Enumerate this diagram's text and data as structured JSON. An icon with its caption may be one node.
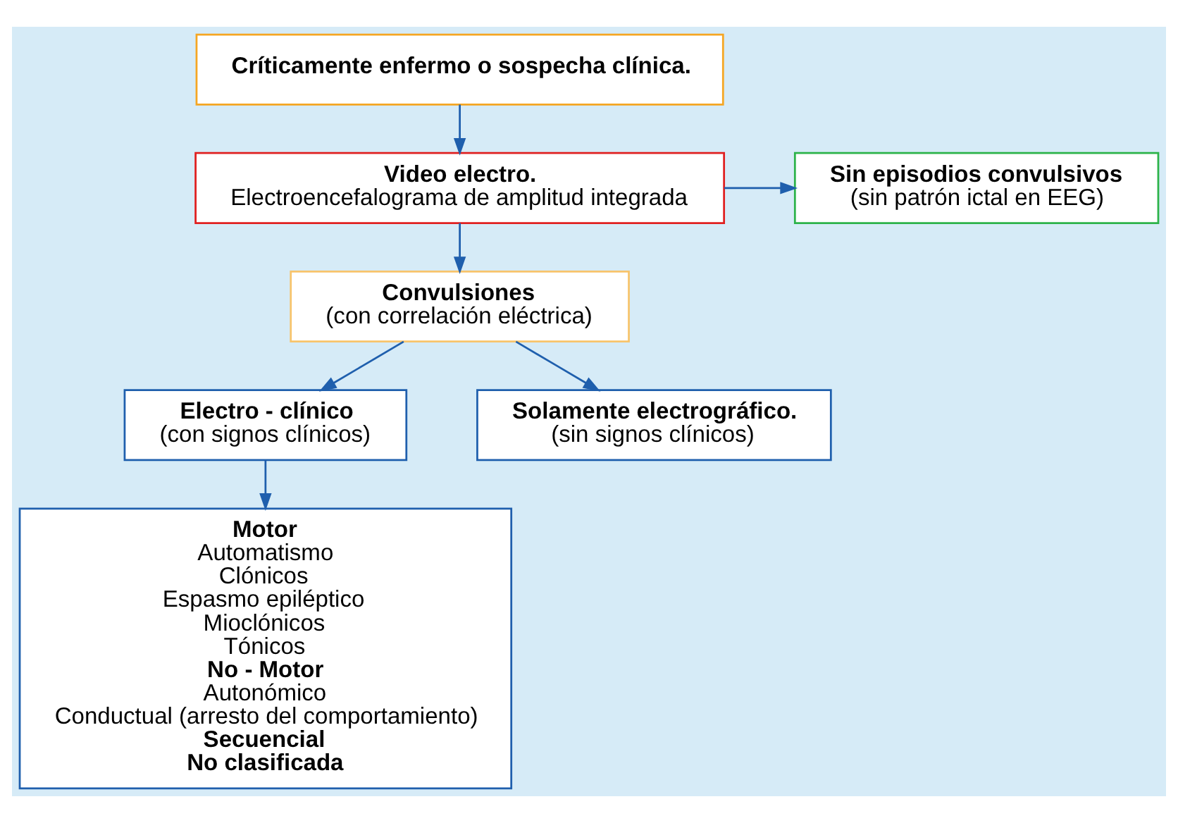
{
  "diagram": {
    "nodes": [
      {
        "text": [
          "**Críticamente enfermo o sospecha clínica.**"
        ]
      },
      {
        "text": [
          "**Video electro.**",
          "Electroencefalograma de amplitud integrada"
        ]
      },
      {
        "text": [
          "**Sin episodios convulsivos**",
          "(sin patrón ictal en EEG)"
        ]
      },
      {
        "text": [
          "**Convulsiones**",
          "(con correlación eléctrica)"
        ]
      },
      {
        "text": [
          "**Electro - clínico**",
          "(con signos clínicos)"
        ]
      },
      {
        "text": [
          "**Solamente electrográfico.**",
          "(sin signos clínicos)"
        ]
      },
      {
        "text": [
          "**Motor**",
          "Automatismo",
          "Clónicos",
          "Espasmo epiléptico",
          "Mioclónicos",
          "Tónicos",
          "**No - Motor**",
          "Autonómico",
          "Conductual (arresto del comportamiento)",
          "**Secuencial**",
          "**No clasificada**"
        ]
      }
    ],
    "edges": [
      {
        "from": 0,
        "to": 1,
        "arrow": "to"
      },
      {
        "from": 1,
        "to": 2,
        "arrow": "to"
      },
      {
        "from": 1,
        "to": 3,
        "arrow": "to"
      },
      {
        "from": 3,
        "to": 4,
        "arrow": "to"
      },
      {
        "from": 3,
        "to": 5,
        "arrow": "to"
      },
      {
        "from": 4,
        "to": 6,
        "arrow": "to"
      }
    ]
  }
}
